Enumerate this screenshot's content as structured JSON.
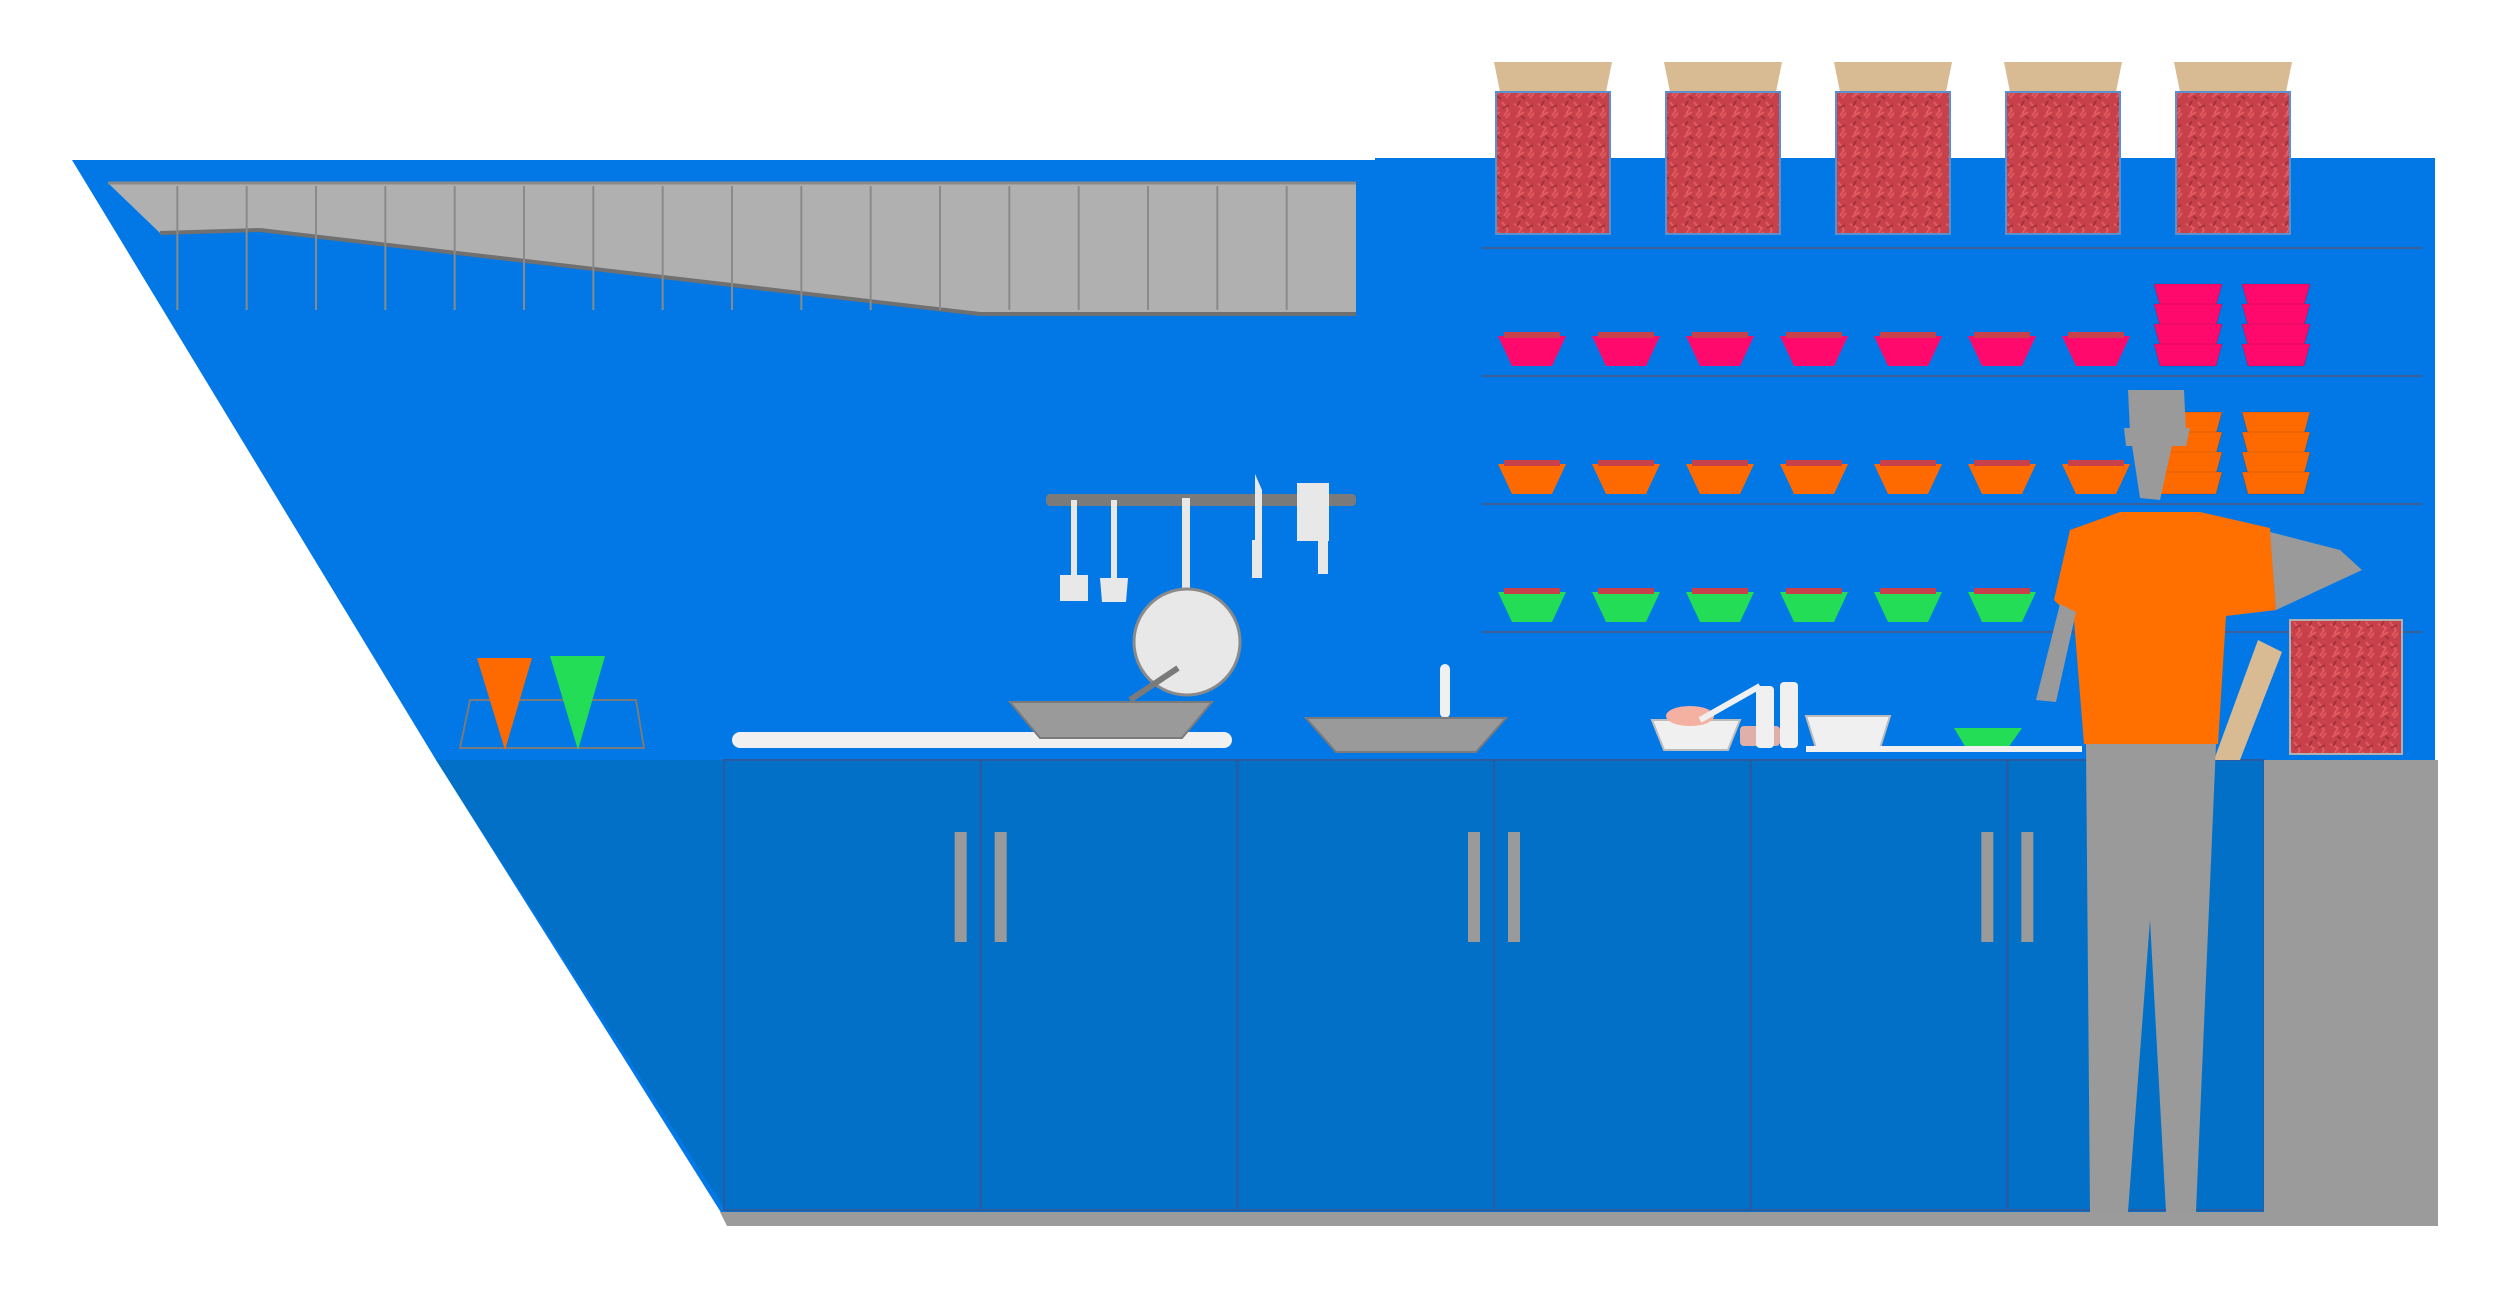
{
  "scene": {
    "description_visible_text": "",
    "jar_count": 5,
    "shelf_rows": [
      {
        "bowl_color": "#ff0a6c",
        "bowl_count": 7,
        "stacks": 2
      },
      {
        "bowl_color": "#ff6a00",
        "bowl_count": 7,
        "stacks": 2
      },
      {
        "bowl_color": "#22dd55",
        "bowl_count": 7,
        "stacks": 1
      }
    ],
    "cabinet_door_count": 6,
    "hood_panel_count": 18,
    "utensil_names": [
      "ladle-icon",
      "spatula-icon",
      "frying-pan-icon",
      "knife-icon",
      "cleaver-icon"
    ],
    "cone_colors": [
      "#ff6a00",
      "#22dd55"
    ]
  },
  "colors": {
    "wall": "#0278e6",
    "cabinet": "#0270c6",
    "steel": "#9a9a9a",
    "hood": "#b0b0b0",
    "shirt": "#ff7000",
    "jar_lid": "#d9bb93",
    "jar_fill": "#c8414a",
    "white": "#f0f0f0",
    "floor": "#9b9b9b"
  }
}
